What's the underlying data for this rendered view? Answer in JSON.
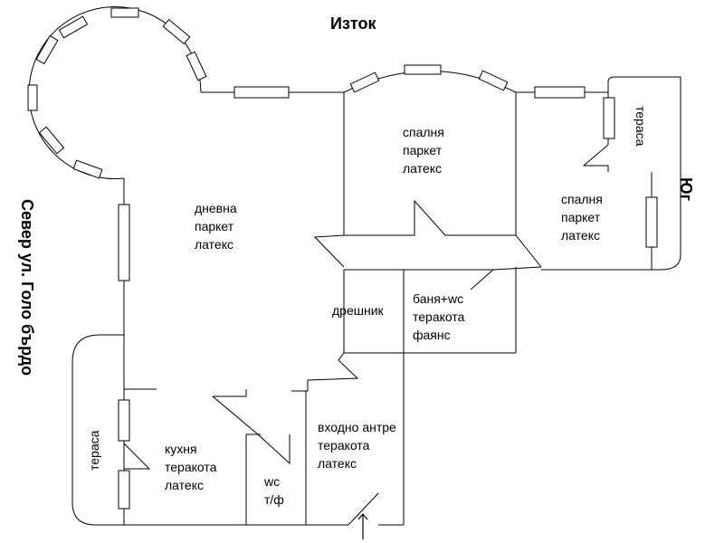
{
  "compass": {
    "east": "Изток",
    "south": "Юг",
    "north": "Север ул. Голо бърдо"
  },
  "rooms": {
    "living": [
      "дневна",
      "паркет",
      "латекс"
    ],
    "bedroom_1": [
      "спалня",
      "паркет",
      "латекс"
    ],
    "bedroom_2": [
      "спалня",
      "паркет",
      "латекс"
    ],
    "terrace_east": "тераса",
    "terrace_west": "тераса",
    "closet": "дрешник",
    "bathroom": [
      "баня+wc",
      "теракота",
      "фаянс"
    ],
    "kitchen": [
      "кухня",
      "теракота",
      "латекс"
    ],
    "wc": [
      "wc",
      "т/ф"
    ],
    "entrance": [
      "входно антре",
      "теракота",
      "латекс"
    ]
  }
}
